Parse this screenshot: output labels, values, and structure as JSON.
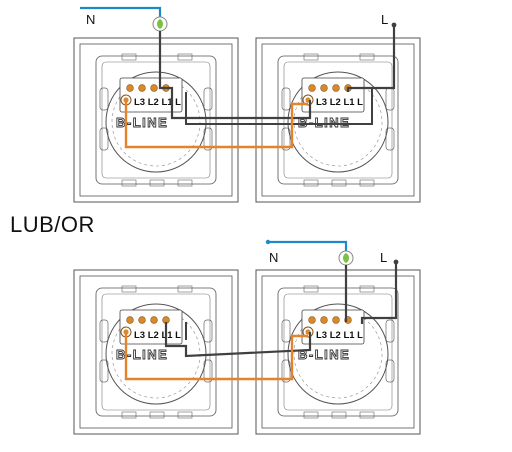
{
  "labels": {
    "neutral": "N",
    "line": "L",
    "separator": "LUB/OR",
    "brand": "B-LINE",
    "terminals": "L3 L2 L1 L"
  },
  "colors": {
    "neutral_wire": "#1e88c8",
    "line_wire": "#404040",
    "traveler_wire": "#e8822a",
    "frame_stroke": "#555555",
    "terminal": "#d8892c",
    "lamp_leaf": "#7bc142"
  }
}
